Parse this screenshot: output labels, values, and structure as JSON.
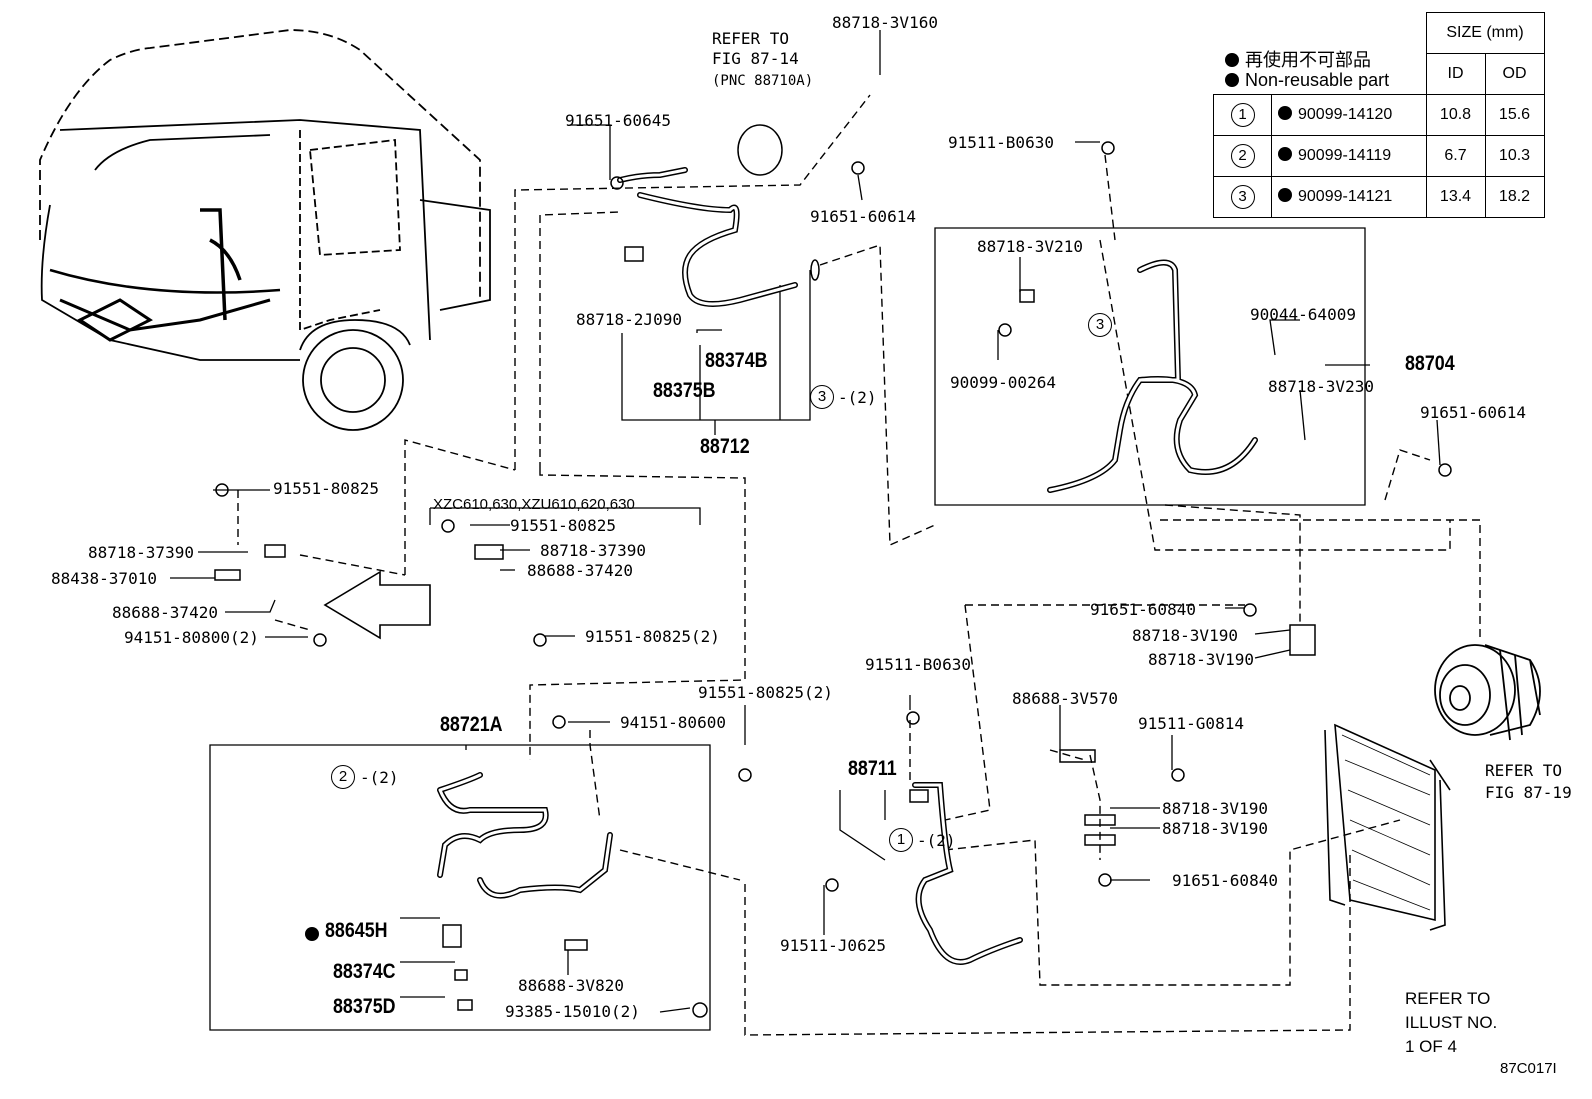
{
  "legend": {
    "line1": "再使用不可部品",
    "line2": "Non-reusable part"
  },
  "size_table": {
    "header": "SIZE (mm)",
    "col_id": "ID",
    "col_od": "OD",
    "rows": [
      {
        "no": "1",
        "part": "90099-14120",
        "id": "10.8",
        "od": "15.6"
      },
      {
        "no": "2",
        "part": "90099-14119",
        "id": "6.7",
        "od": "10.3"
      },
      {
        "no": "3",
        "part": "90099-14121",
        "id": "13.4",
        "od": "18.2"
      }
    ]
  },
  "refs": {
    "fig_87_14_1": "REFER TO",
    "fig_87_14_2": "FIG 87-14",
    "fig_87_14_3": "(PNC 88710A)",
    "fig_87_19_1": "REFER TO",
    "fig_87_19_2": "FIG 87-19",
    "illust_1": "REFER TO",
    "illust_2": "ILLUST NO.",
    "illust_3": "1 OF 4"
  },
  "variant_label": "XZC610,630,XZU610,620,630",
  "figure_id": "87C017I",
  "labels": {
    "p88718_3V160": "88718-3V160",
    "p91651_60645": "91651-60645",
    "p91651_60614a": "91651-60614",
    "p91511_B0630a": "91511-B0630",
    "p88718_3V210": "88718-3V210",
    "p90044_64009": "90044-64009",
    "p88704": "88704",
    "p88718_3V230": "88718-3V230",
    "p90099_00264": "90099-00264",
    "p91651_60614b": "91651-60614",
    "p88718_2J090": "88718-2J090",
    "p88374B": "88374B",
    "p88375B": "88375B",
    "p88712": "88712",
    "o_ring_3_qty": "-(2)",
    "p91551_80825a": "91551-80825",
    "p88718_37390a": "88718-37390",
    "p88438_37010": "88438-37010",
    "p88688_37420a": "88688-37420",
    "p94151_80800": "94151-80800(2)",
    "p91551_80825b": "91551-80825",
    "p88718_37390b": "88718-37390",
    "p88688_37420b": "88688-37420",
    "p91551_80825c": "91551-80825(2)",
    "p91651_60840a": "91651-60840",
    "p88718_3V190a": "88718-3V190",
    "p88718_3V190b": "88718-3V190",
    "p91511_B0630b": "91511-B0630",
    "p88688_3V570": "88688-3V570",
    "p91511_G0814": "91511-G0814",
    "p88711": "88711",
    "o_ring_1_qty": "-(2)",
    "p88718_3V190c": "88718-3V190",
    "p88718_3V190d": "88718-3V190",
    "p91651_60840b": "91651-60840",
    "p91511_J0625": "91511-J0625",
    "p88721A": "88721A",
    "p94151_80600": "94151-80600",
    "p91551_80825d": "91551-80825(2)",
    "o_ring_2_qty": "-(2)",
    "p88645H": "88645H",
    "p88374C": "88374C",
    "p88375D": "88375D",
    "p88688_3V820": "88688-3V820",
    "p93385_15010": "93385-15010(2)"
  }
}
